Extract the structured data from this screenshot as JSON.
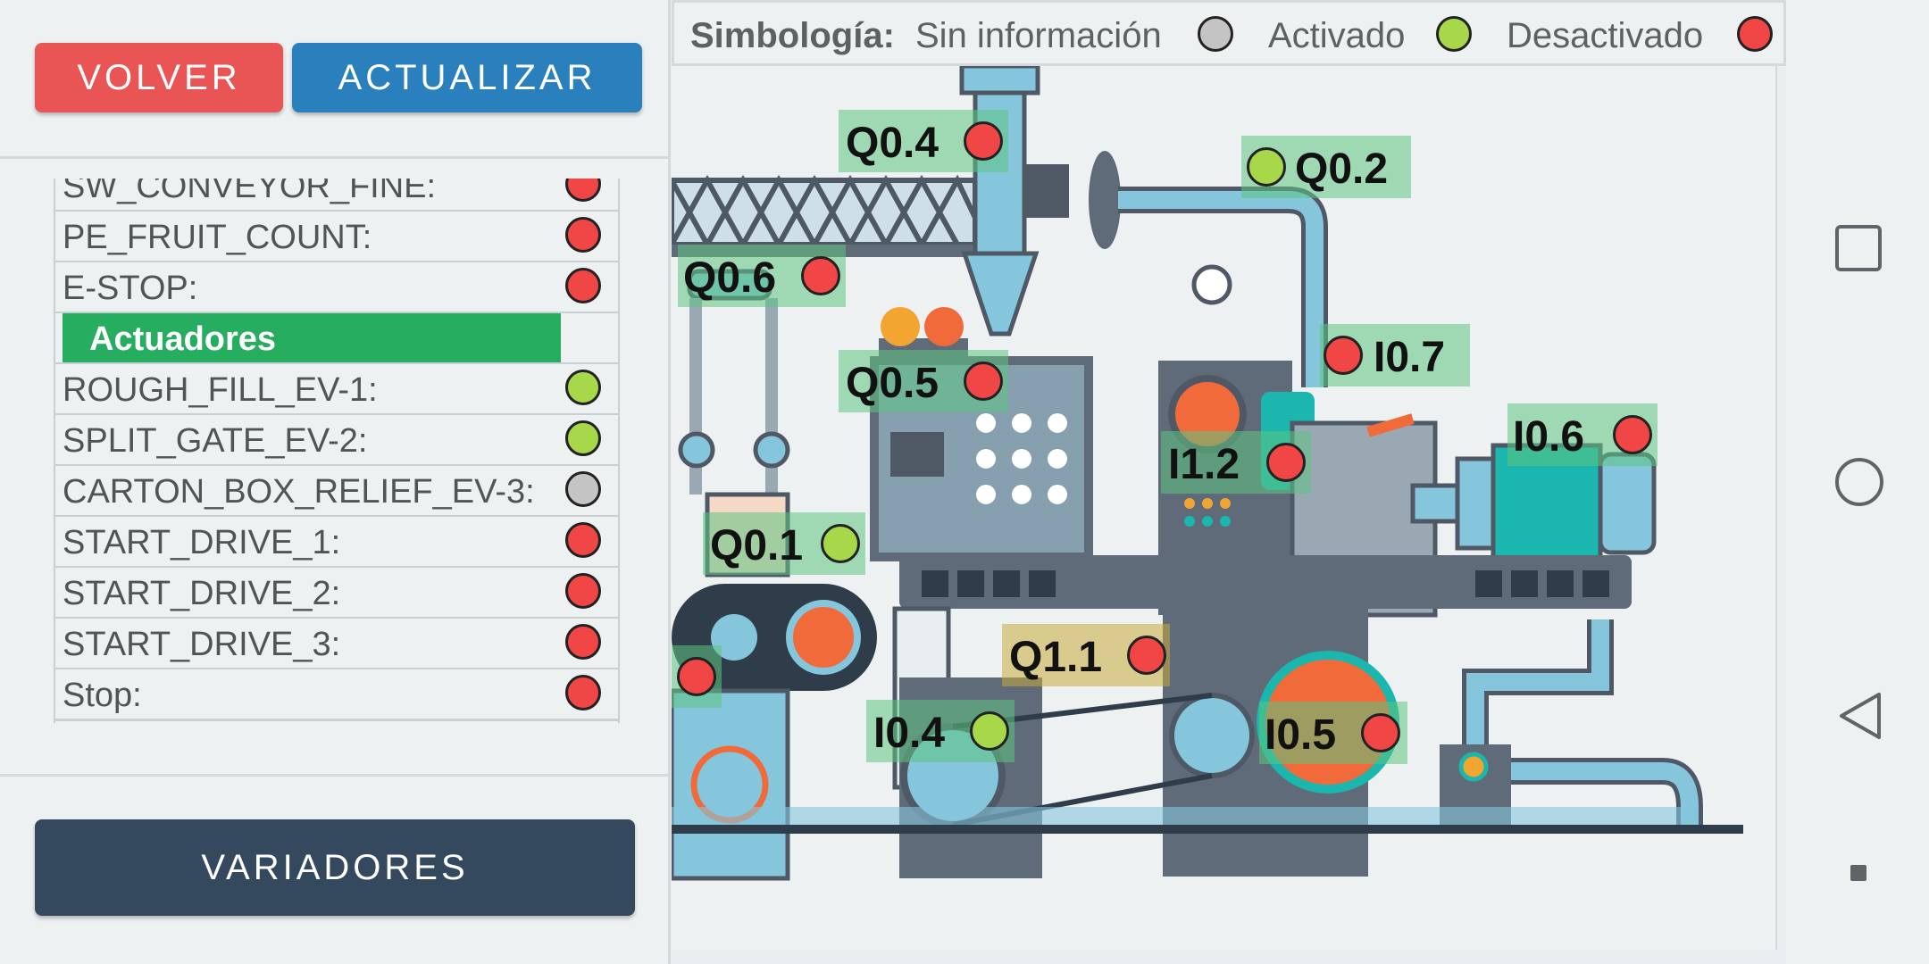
{
  "buttons": {
    "back": "VOLVER",
    "refresh": "ACTUALIZAR",
    "drives": "VARIADORES"
  },
  "colors": {
    "no_info": "#c4c4c4",
    "active": "#a6d84a",
    "inactive": "#f04646"
  },
  "legend": {
    "title": "Simbología:",
    "no_info": "Sin información",
    "active": "Activado",
    "inactive": "Desactivado"
  },
  "list": {
    "rows": [
      {
        "label": "SW_CONVEYOR_FINE:",
        "state": "inactive"
      },
      {
        "label": "PE_FRUIT_COUNT:",
        "state": "inactive"
      },
      {
        "label": "E-STOP:",
        "state": "inactive"
      },
      {
        "label": "Actuadores",
        "section": true
      },
      {
        "label": "ROUGH_FILL_EV-1:",
        "state": "active"
      },
      {
        "label": "SPLIT_GATE_EV-2:",
        "state": "active"
      },
      {
        "label": "CARTON_BOX_RELIEF_EV-3:",
        "state": "no_info"
      },
      {
        "label": "START_DRIVE_1:",
        "state": "inactive"
      },
      {
        "label": "START_DRIVE_2:",
        "state": "inactive"
      },
      {
        "label": "START_DRIVE_3:",
        "state": "inactive"
      },
      {
        "label": "Stop:",
        "state": "inactive"
      }
    ]
  },
  "tags": [
    {
      "label": "Q0.4",
      "state": "inactive"
    },
    {
      "label": "Q0.2",
      "state": "active"
    },
    {
      "label": "Q0.6",
      "state": "inactive"
    },
    {
      "label": "I0.7",
      "state": "inactive"
    },
    {
      "label": "Q0.5",
      "state": "inactive"
    },
    {
      "label": "I0.6",
      "state": "inactive"
    },
    {
      "label": "I1.2",
      "state": "inactive"
    },
    {
      "label": "Q0.1",
      "state": "active"
    },
    {
      "label": "Q1.1",
      "state": "inactive"
    },
    {
      "label": "",
      "state": "inactive"
    },
    {
      "label": "I0.4",
      "state": "active"
    },
    {
      "label": "I0.5",
      "state": "inactive"
    }
  ],
  "icons": {
    "machine": "industrial-machine-illustration",
    "nav_square": "recent-apps-icon",
    "nav_circle": "home-icon",
    "nav_triangle": "back-icon",
    "nav_small": "keyboard-hide-icon"
  }
}
